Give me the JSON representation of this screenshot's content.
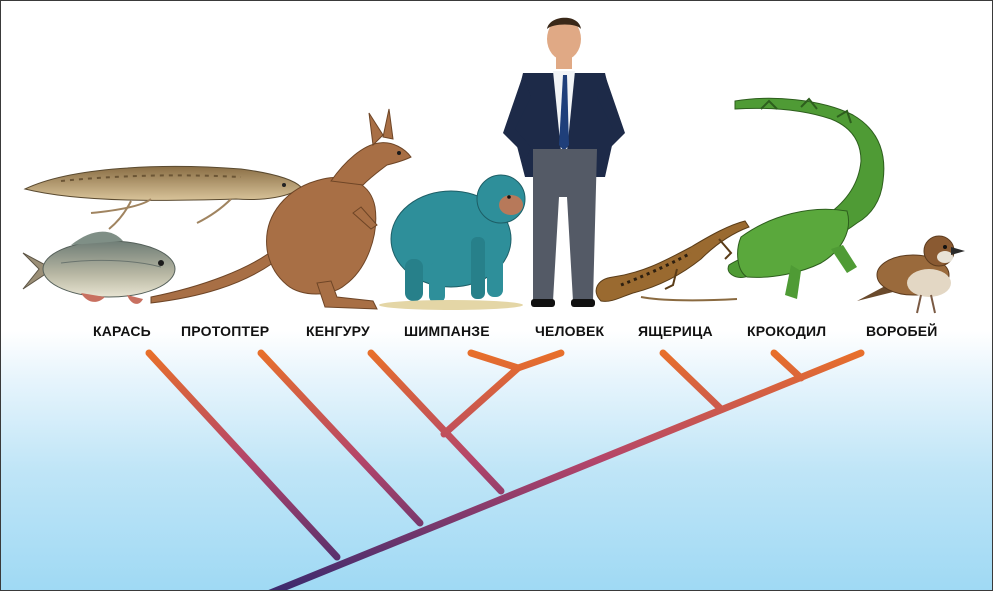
{
  "labels": {
    "karas": "КАРАСЬ",
    "protopter": "ПРОТОПТЕР",
    "kenguru": "КЕНГУРУ",
    "shimpanze": "ШИМПАНЗЕ",
    "chelovek": "ЧЕЛОВЕК",
    "yashcheritsa": "ЯЩЕРИЦА",
    "krokodil": "КРОКОДИЛ",
    "vorobey": "ВОРОБЕЙ"
  },
  "colors": {
    "branch_top": "#e8702a",
    "branch_bottom": "#3b2a6e",
    "sky_bottom": "#9fd9f4"
  },
  "icons": [
    "crucian-carp",
    "lungfish",
    "kangaroo",
    "chimpanzee",
    "human",
    "lizard",
    "crocodile",
    "sparrow"
  ]
}
